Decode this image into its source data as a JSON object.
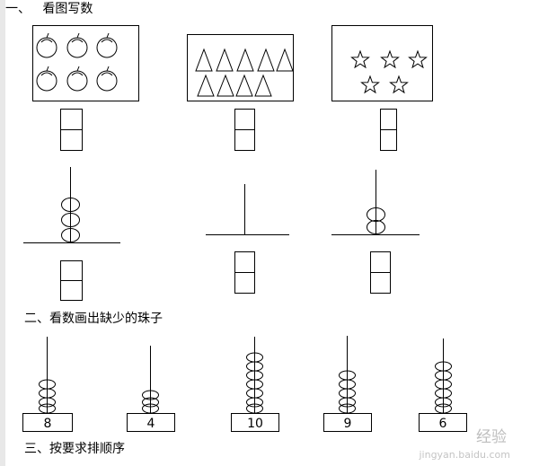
{
  "section1_title": "一、   看图写数",
  "section2_title": "二、看数画出缺少的珠子",
  "section3_title": "三、按要求排顺序",
  "bead_numbers": [
    "8",
    "4",
    "10",
    "9",
    "6"
  ],
  "watermark": {
    "brand": "经验",
    "url": "jingyan.baidu.com"
  }
}
